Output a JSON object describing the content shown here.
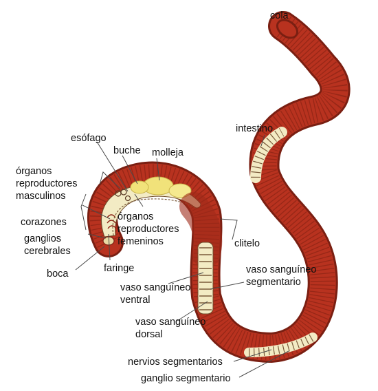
{
  "colors": {
    "body_red": "#b8321f",
    "body_dark": "#7a1f12",
    "interior": "#f3ebc4",
    "gland_yellow": "#f1e27a",
    "leader": "#4a4a4a"
  },
  "labels": {
    "cola": "cola",
    "intestino": "intestino",
    "esofago": "esófago",
    "buche": "buche",
    "molleja": "molleja",
    "org_masc": [
      "órganos",
      "reproductores",
      "masculinos"
    ],
    "corazones": "corazones",
    "ganglios": [
      "ganglios",
      "cerebrales"
    ],
    "org_fem": [
      "órganos",
      "reproductores",
      "femeninos"
    ],
    "clitelo": "clitelo",
    "boca": "boca",
    "faringe": "faringe",
    "vaso_ventral": [
      "vaso sanguíneo",
      "ventral"
    ],
    "vaso_segmentario": [
      "vaso sanguíneo",
      "segmentario"
    ],
    "vaso_dorsal": [
      "vaso sanguíneo",
      "dorsal"
    ],
    "nervios": "nervios segmentarios",
    "ganglio_seg": "ganglio segmentario"
  }
}
